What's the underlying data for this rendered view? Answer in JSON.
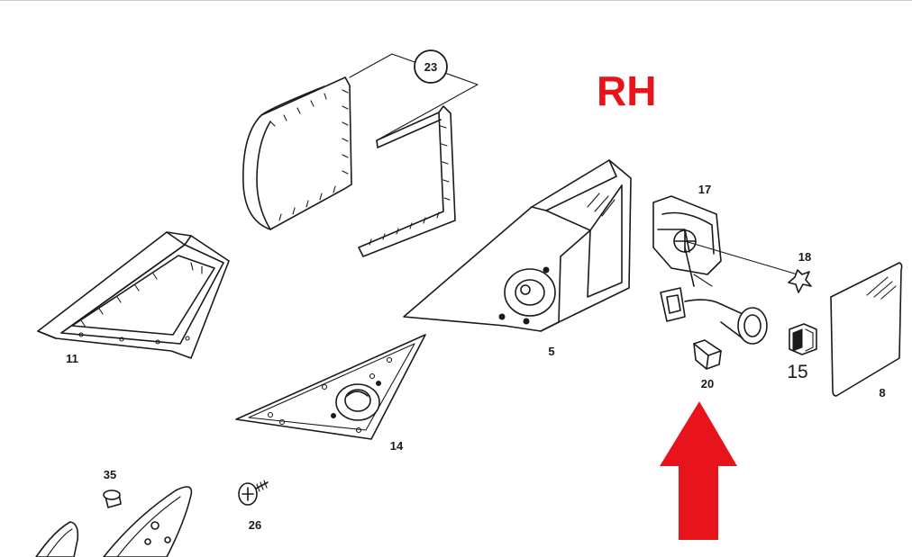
{
  "side_label": "RH",
  "accent_color": "#e8141c",
  "parts": [
    {
      "id": "p23",
      "number": "23"
    },
    {
      "id": "p17",
      "number": "17"
    },
    {
      "id": "p18",
      "number": "18"
    },
    {
      "id": "p11",
      "number": "11"
    },
    {
      "id": "p5",
      "number": "5"
    },
    {
      "id": "p15",
      "number": "15"
    },
    {
      "id": "p20",
      "number": "20"
    },
    {
      "id": "p8",
      "number": "8"
    },
    {
      "id": "p14",
      "number": "14"
    },
    {
      "id": "p35",
      "number": "35"
    },
    {
      "id": "p26",
      "number": "26"
    }
  ],
  "highlighted_part": "20"
}
